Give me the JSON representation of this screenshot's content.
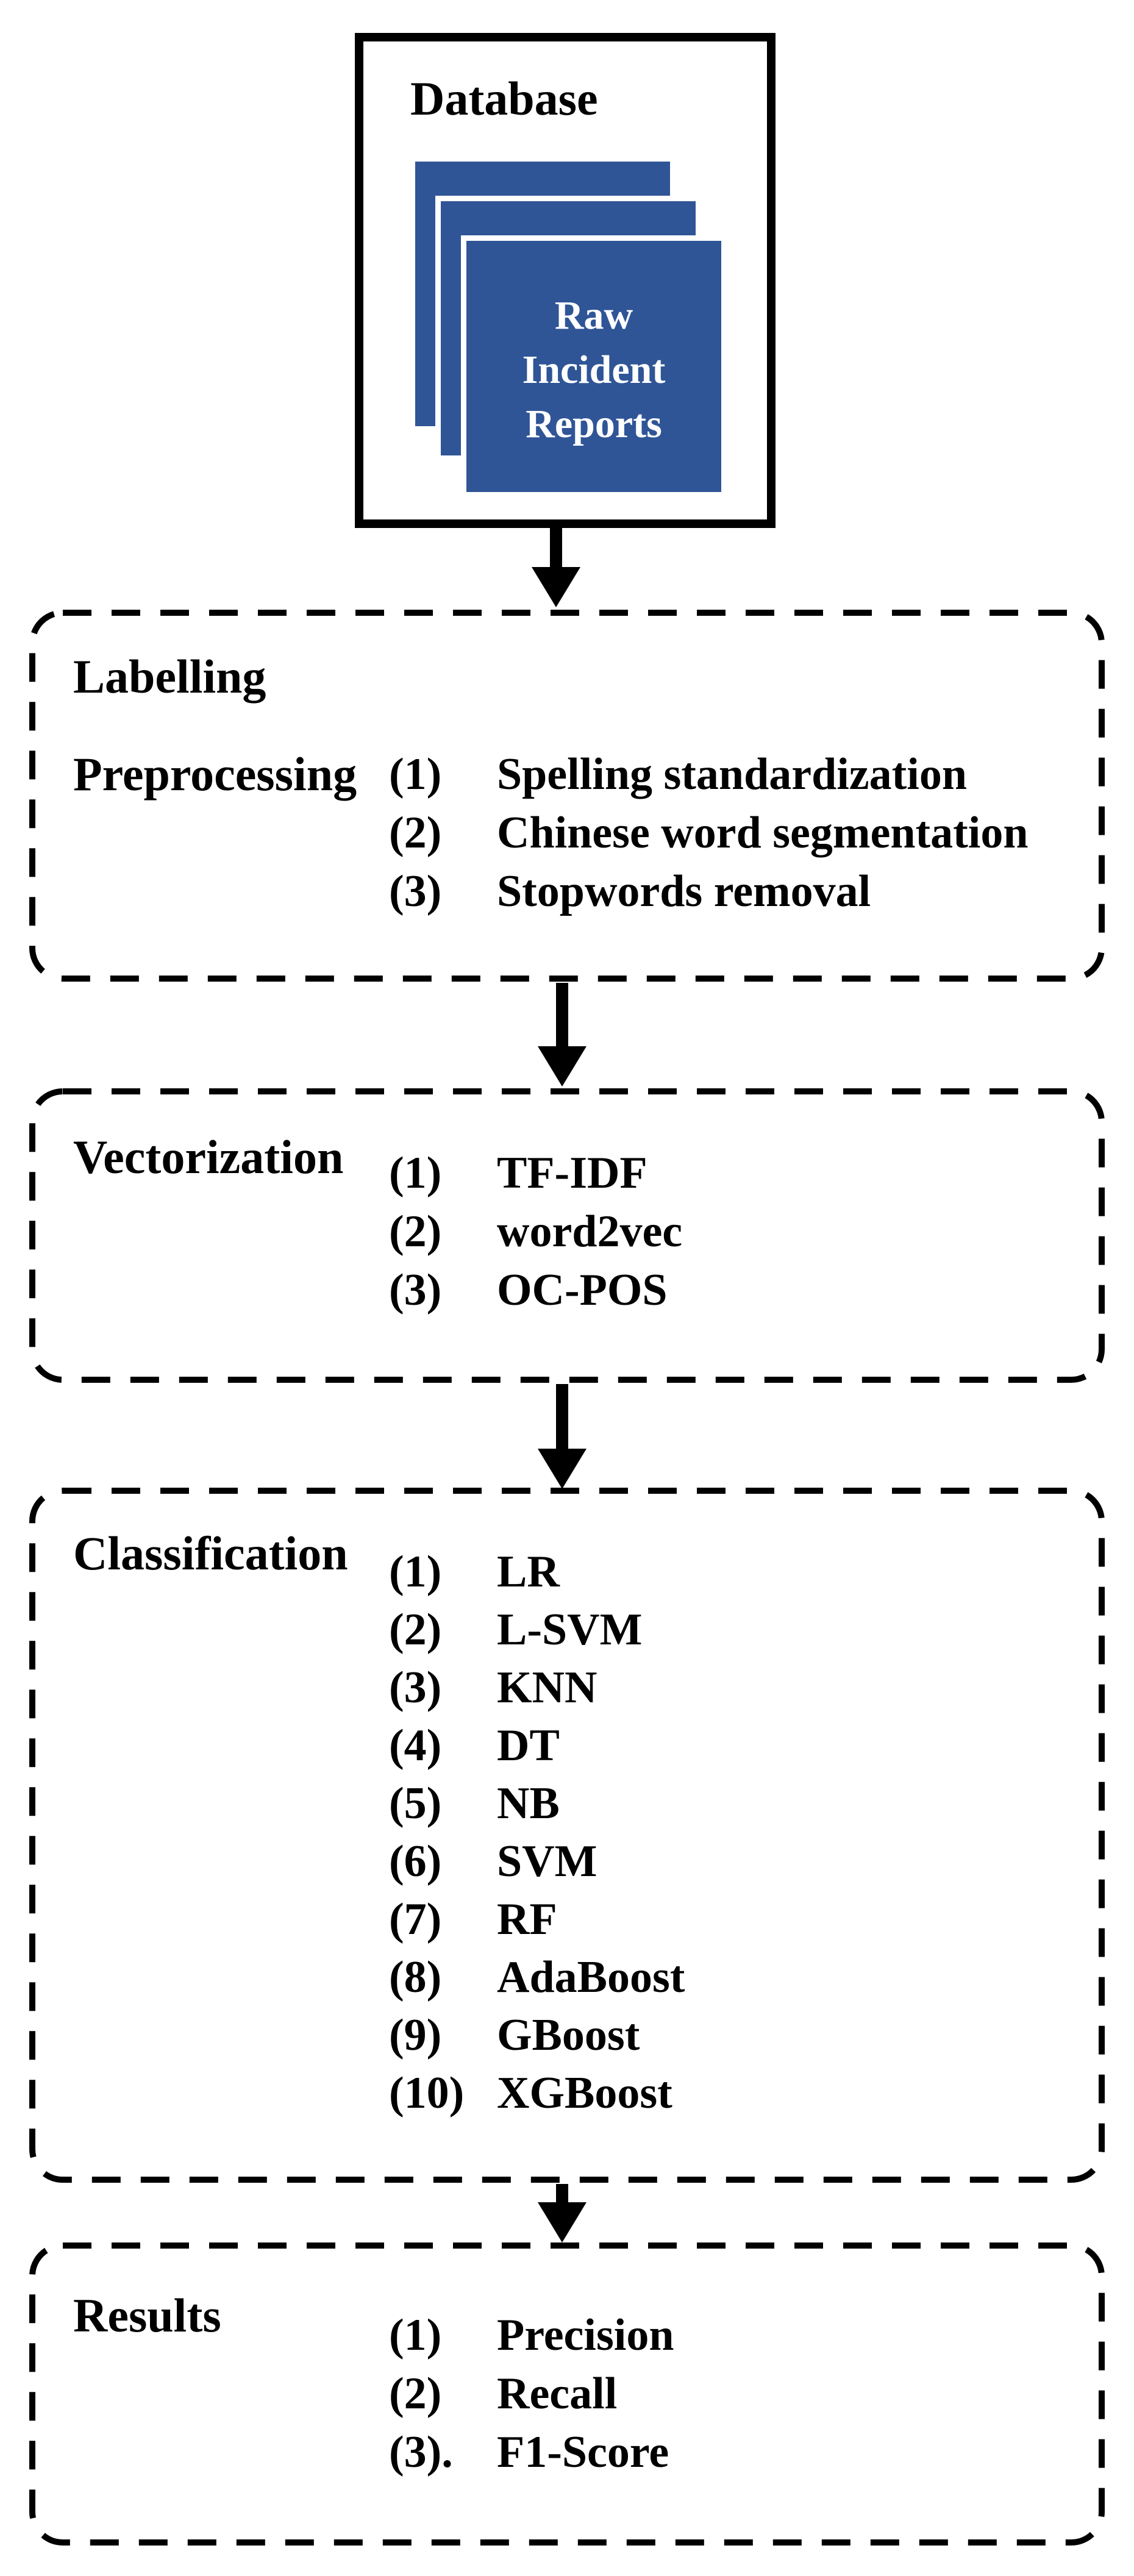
{
  "colors": {
    "sheet_blue": "#2F5597",
    "line_black": "#000000",
    "background": "#FFFFFF"
  },
  "database": {
    "title": "Database",
    "stack_text": "Raw Incident Reports"
  },
  "boxes": [
    {
      "title": "Labelling",
      "subtitle": "Preprocessing",
      "items": [
        {
          "num": "(1)",
          "label": "Spelling standardization"
        },
        {
          "num": "(2)",
          "label": "Chinese word segmentation"
        },
        {
          "num": "(3)",
          "label": "Stopwords removal"
        }
      ]
    },
    {
      "title": "Vectorization",
      "items": [
        {
          "num": "(1)",
          "label": "TF-IDF"
        },
        {
          "num": "(2)",
          "label": "word2vec"
        },
        {
          "num": "(3)",
          "label": "OC-POS"
        }
      ]
    },
    {
      "title": "Classification",
      "items": [
        {
          "num": "(1)",
          "label": "LR"
        },
        {
          "num": "(2)",
          "label": "L-SVM"
        },
        {
          "num": "(3)",
          "label": "KNN"
        },
        {
          "num": "(4)",
          "label": "DT"
        },
        {
          "num": "(5)",
          "label": "NB"
        },
        {
          "num": "(6)",
          "label": "SVM"
        },
        {
          "num": "(7)",
          "label": "RF"
        },
        {
          "num": "(8)",
          "label": "AdaBoost"
        },
        {
          "num": "(9)",
          "label": "GBoost"
        },
        {
          "num": "(10)",
          "label": "XGBoost"
        }
      ]
    },
    {
      "title": "Results",
      "items": [
        {
          "num": "(1)",
          "label": "Precision"
        },
        {
          "num": "(2)",
          "label": "Recall"
        },
        {
          "num": "(3).",
          "label": "F1-Score"
        }
      ]
    }
  ]
}
